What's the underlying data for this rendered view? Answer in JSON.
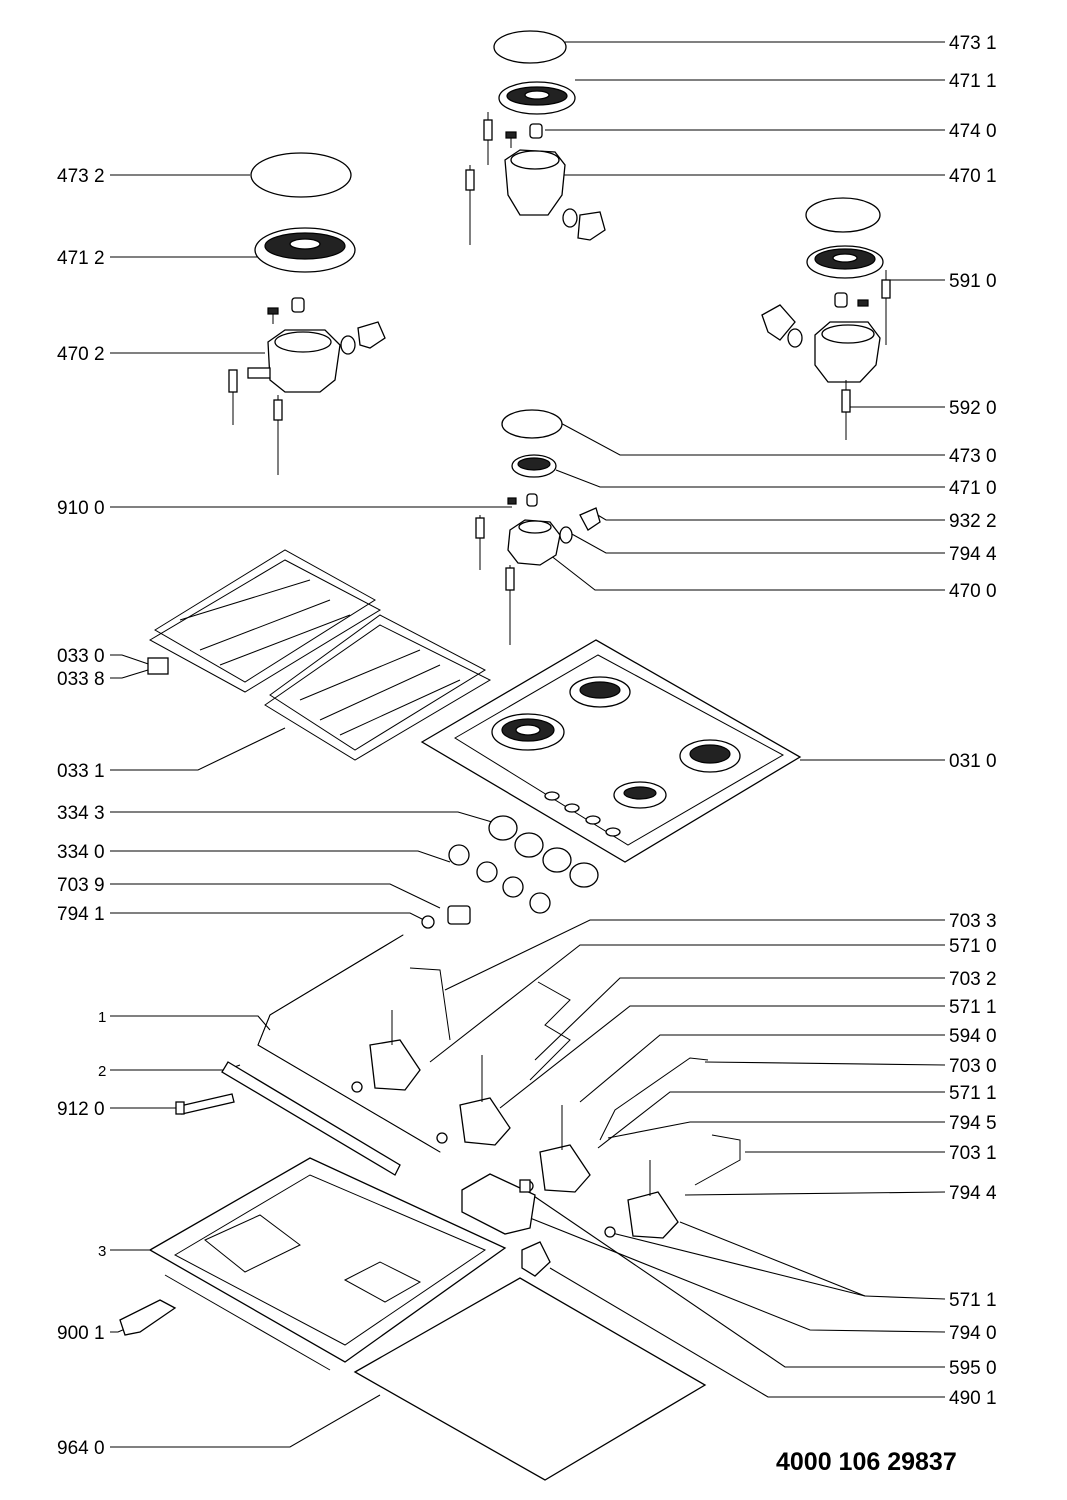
{
  "doc_number": "4000 106 29837",
  "left_labels": [
    {
      "id": "l-4732",
      "text": "473 2"
    },
    {
      "id": "l-4712",
      "text": "471 2"
    },
    {
      "id": "l-4702",
      "text": "470 2"
    },
    {
      "id": "l-9100",
      "text": "910 0"
    },
    {
      "id": "l-0330",
      "text": "033 0"
    },
    {
      "id": "l-0338",
      "text": "033 8"
    },
    {
      "id": "l-0331",
      "text": "033 1"
    },
    {
      "id": "l-3343",
      "text": "334 3"
    },
    {
      "id": "l-3340",
      "text": "334 0"
    },
    {
      "id": "l-7039",
      "text": "703 9"
    },
    {
      "id": "l-7941",
      "text": "794 1"
    },
    {
      "id": "l-1",
      "text": "1"
    },
    {
      "id": "l-2",
      "text": "2"
    },
    {
      "id": "l-9120",
      "text": "912 0"
    },
    {
      "id": "l-3",
      "text": "3"
    },
    {
      "id": "l-9001",
      "text": "900 1"
    },
    {
      "id": "l-9640",
      "text": "964 0"
    }
  ],
  "right_labels": [
    {
      "id": "r-4731",
      "text": "473 1"
    },
    {
      "id": "r-4711",
      "text": "471 1"
    },
    {
      "id": "r-4740",
      "text": "474 0"
    },
    {
      "id": "r-4701",
      "text": "470 1"
    },
    {
      "id": "r-5910",
      "text": "591 0"
    },
    {
      "id": "r-5920",
      "text": "592 0"
    },
    {
      "id": "r-4730",
      "text": "473 0"
    },
    {
      "id": "r-4710",
      "text": "471 0"
    },
    {
      "id": "r-9322",
      "text": "932 2"
    },
    {
      "id": "r-7944a",
      "text": "794 4"
    },
    {
      "id": "r-4700",
      "text": "470 0"
    },
    {
      "id": "r-0310",
      "text": "031 0"
    },
    {
      "id": "r-7033",
      "text": "703 3"
    },
    {
      "id": "r-5710",
      "text": "571 0"
    },
    {
      "id": "r-7032",
      "text": "703 2"
    },
    {
      "id": "r-5711a",
      "text": "571 1"
    },
    {
      "id": "r-5940",
      "text": "594 0"
    },
    {
      "id": "r-7030",
      "text": "703 0"
    },
    {
      "id": "r-5711b",
      "text": "571 1"
    },
    {
      "id": "r-7945",
      "text": "794 5"
    },
    {
      "id": "r-7031",
      "text": "703 1"
    },
    {
      "id": "r-7944b",
      "text": "794 4"
    },
    {
      "id": "r-5711c",
      "text": "571 1"
    },
    {
      "id": "r-7940",
      "text": "794 0"
    },
    {
      "id": "r-5950",
      "text": "595 0"
    },
    {
      "id": "r-4901",
      "text": "490 1"
    }
  ]
}
